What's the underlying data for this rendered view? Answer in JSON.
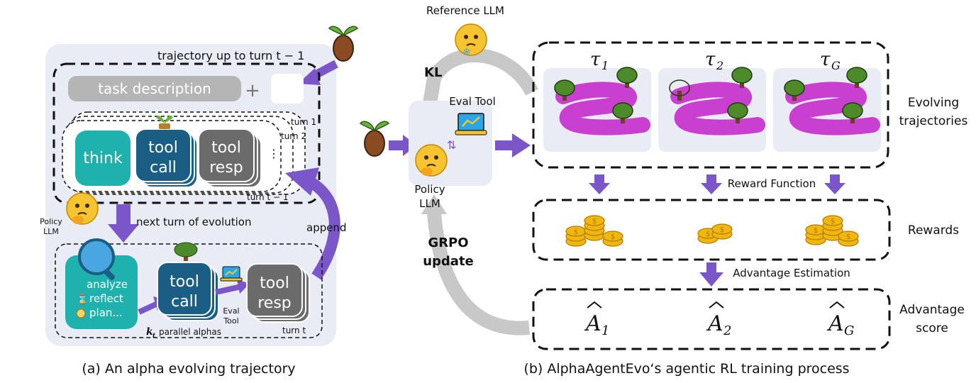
{
  "panel_a": {
    "trajectory_label": "trajectory up to turn t − 1",
    "task_description": "task description",
    "plus": "+",
    "turn_labels": [
      "turn 1",
      "turn 2",
      "turn t − 1"
    ],
    "think": "think",
    "tool_call": [
      "tool",
      "call"
    ],
    "tool_resp": [
      "tool",
      "resp"
    ],
    "policy_llm": [
      "Policy",
      "LLM"
    ],
    "next_turn": "next turn of evolution",
    "append": "append",
    "evolve_steps": [
      "analyze",
      "reflect",
      "plan..."
    ],
    "eval_tool": [
      "Eval",
      "Tool"
    ],
    "parallel_k": "k",
    "parallel_sub": "t",
    "parallel_text": "parallel alphas",
    "turn_t": "turn t",
    "caption": "(a)  An alpha evolving trajectory"
  },
  "panel_b": {
    "reference_llm": "Reference LLM",
    "kl": "KL",
    "eval_tool": "Eval Tool",
    "policy_llm": [
      "Policy",
      "LLM"
    ],
    "grpo": [
      "GRPO",
      "update"
    ],
    "trajectories": [
      {
        "sym": "τ",
        "sub": "1"
      },
      {
        "sym": "τ",
        "sub": "2"
      },
      {
        "sym": "τ",
        "sub": "G"
      }
    ],
    "evolving_label": [
      "Evolving",
      "trajectories"
    ],
    "reward_function": "Reward Function",
    "rewards_label": "Rewards",
    "advantage_estimation": "Advantage Estimation",
    "advantages": [
      {
        "sym": "A",
        "sub": "1"
      },
      {
        "sym": "A",
        "sub": "2"
      },
      {
        "sym": "A",
        "sub": "G"
      }
    ],
    "advantage_label": [
      "Advantage",
      "score"
    ],
    "caption": "(b)  AlphaAgentEvo‘s agentic RL training process"
  },
  "colors": {
    "teal": "#1fb1ad",
    "navy": "#1a5e86",
    "gray_box": "#6b6b6b",
    "purple": "#7a56c9",
    "magenta": "#c93fd0",
    "gold": "#f1b60f",
    "panel_bg": "#e9ecf5",
    "light_gray_arrow": "#c8c8c8"
  }
}
